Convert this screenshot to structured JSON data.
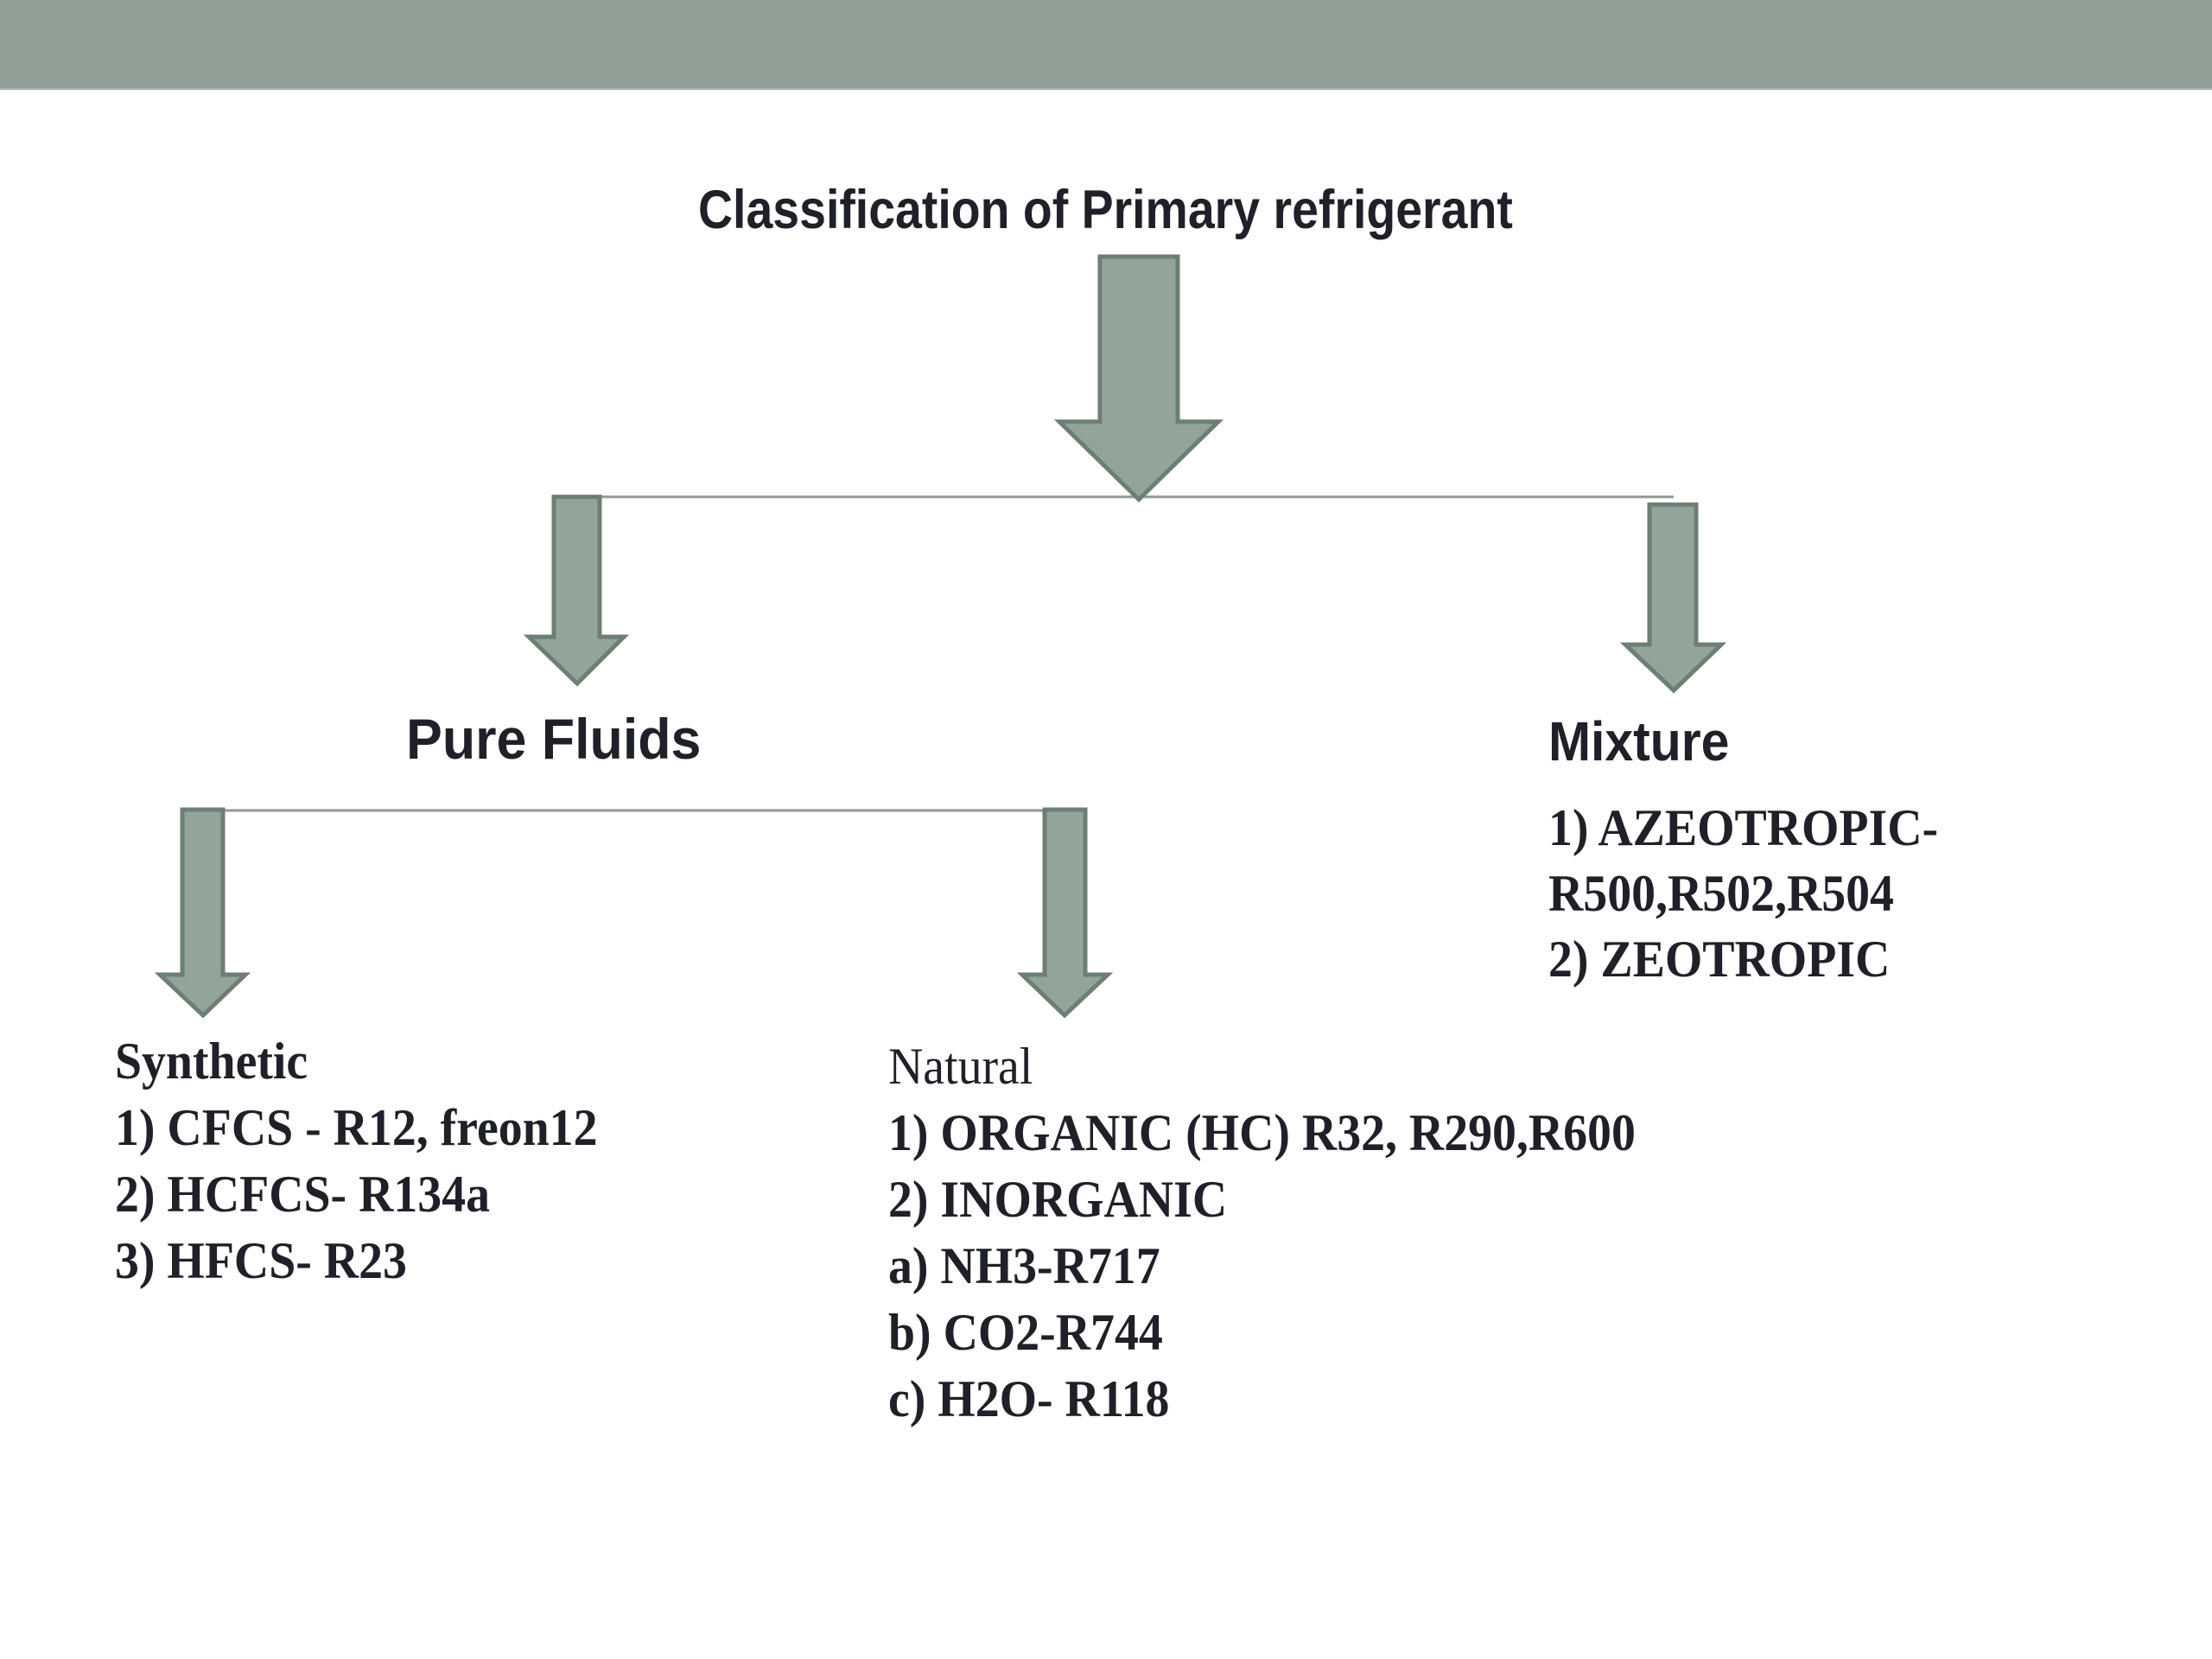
{
  "header": {
    "bar_color": "#92a099"
  },
  "diagram": {
    "title": "Classification of Primary refrigerant",
    "colors": {
      "arrow_fill": "#93a49a",
      "arrow_stroke": "#6e7e75",
      "connector": "#8f9894",
      "text": "#1f2028"
    },
    "branches": {
      "pure_fluids": {
        "label": "Pure Fluids",
        "synthetic": {
          "heading": "Synthetic",
          "items": [
            "1) CFCS - R12, freon12",
            "2) HCFCS-  R134a",
            "3) HFCS-  R23"
          ]
        },
        "natural": {
          "heading": "Natural",
          "items": [
            "1) ORGANIC (HC) R32, R290,R600",
            "2) INORGANIC",
            "a) NH3-R717",
            "b) CO2-R744",
            "c) H2O- R118"
          ]
        }
      },
      "mixture": {
        "label": "Mixture",
        "items": [
          "1) AZEOTROPIC-",
          "R500,R502,R504",
          "2) ZEOTROPIC"
        ]
      }
    }
  }
}
